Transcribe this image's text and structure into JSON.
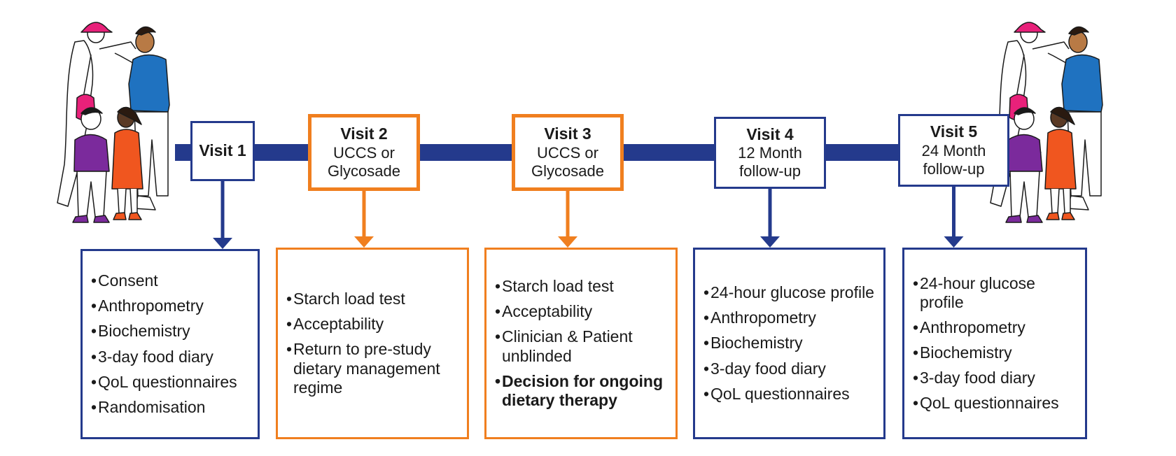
{
  "colors": {
    "blue": "#243a8c",
    "orange": "#f07f1f",
    "pink": "#e8217a",
    "purple": "#7b2a9c",
    "red_orange": "#f0561f",
    "tee_blue": "#1f72c0"
  },
  "illustrations": {
    "left": "family-with-clinician-illustration",
    "right": "family-with-clinician-illustration"
  },
  "visits": [
    {
      "title": "Visit 1",
      "subtitle": "",
      "style": "blue",
      "items": [
        {
          "text": "Consent"
        },
        {
          "text": "Anthropometry"
        },
        {
          "text": "Biochemistry"
        },
        {
          "text": "3-day food diary"
        },
        {
          "text": "QoL questionnaires"
        },
        {
          "text": "Randomisation"
        }
      ]
    },
    {
      "title": "Visit 2",
      "subtitle": "UCCS or\nGlycosade",
      "style": "orange",
      "items": [
        {
          "text": "Starch load test"
        },
        {
          "text": "Acceptability"
        },
        {
          "text": "Return to pre-study dietary management regime"
        }
      ]
    },
    {
      "title": "Visit 3",
      "subtitle": "UCCS or\nGlycosade",
      "style": "orange",
      "items": [
        {
          "text": "Starch load test"
        },
        {
          "text": "Acceptability"
        },
        {
          "text": "Clinician & Patient unblinded"
        },
        {
          "text": "Decision for ongoing dietary therapy",
          "bold": true
        }
      ]
    },
    {
      "title": "Visit 4",
      "subtitle": "12 Month\nfollow-up",
      "style": "blue",
      "items": [
        {
          "text": "24-hour glucose profile"
        },
        {
          "text": "Anthropometry"
        },
        {
          "text": "Biochemistry"
        },
        {
          "text": "3-day food diary"
        },
        {
          "text": "QoL questionnaires"
        }
      ]
    },
    {
      "title": "Visit 5",
      "subtitle": "24 Month\nfollow-up",
      "style": "blue",
      "items": [
        {
          "text": "24-hour glucose profile"
        },
        {
          "text": "Anthropometry"
        },
        {
          "text": "Biochemistry"
        },
        {
          "text": "3-day food diary"
        },
        {
          "text": "QoL questionnaires"
        }
      ]
    }
  ]
}
